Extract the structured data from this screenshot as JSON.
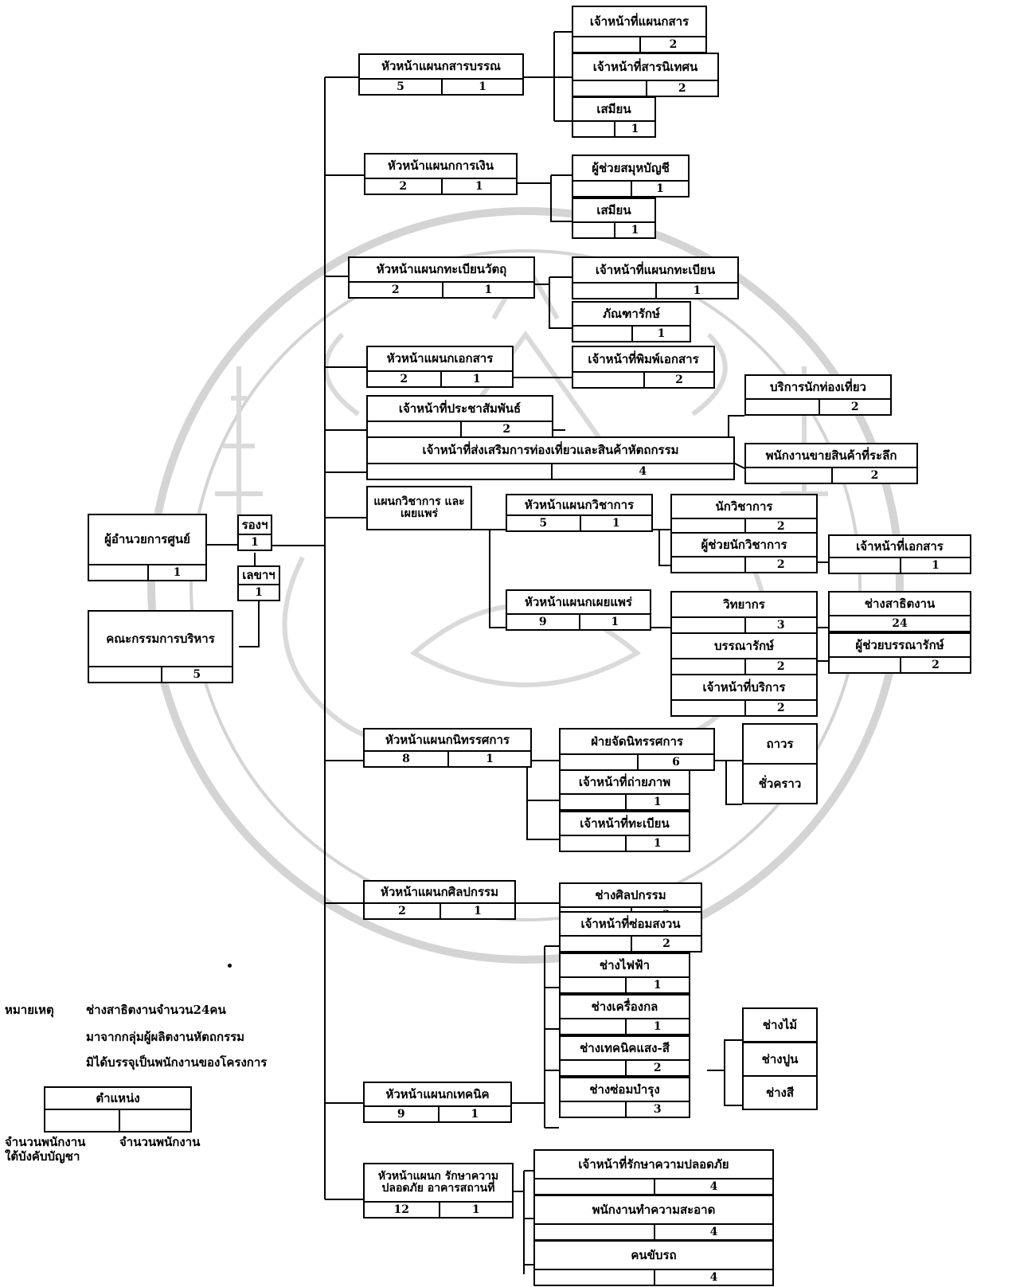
{
  "nodes": {
    "director": {
      "title": "ผู้อำนวยการศูนย์",
      "a": "",
      "b": "1"
    },
    "deputy": {
      "title": "รองฯ",
      "a": "",
      "b": "1"
    },
    "secretary": {
      "title": "เลขาฯ",
      "a": "",
      "b": "1"
    },
    "board": {
      "title": "คณะกรรมการบริหาร",
      "a": "",
      "b": "5"
    },
    "h_saraban": {
      "title": "หัวหน้าแผนกสารบรรณ",
      "a": "5",
      "b": "1"
    },
    "saraban_off": {
      "title": "เจ้าหน้าที่แผนกสาร",
      "a": "",
      "b": "2"
    },
    "sarnithet": {
      "title": "เจ้าหน้าที่สารนิเทศน",
      "a": "",
      "b": "2"
    },
    "messenger1": {
      "title": "เสมียน",
      "a": "",
      "b": "1"
    },
    "h_finance": {
      "title": "หัวหน้าแผนกการเงิน",
      "a": "2",
      "b": "1"
    },
    "asst_account": {
      "title": "ผู้ช่วยสมุหบัญชี",
      "a": "",
      "b": "1"
    },
    "messenger2": {
      "title": "เสมียน",
      "a": "",
      "b": "1"
    },
    "h_registry": {
      "title": "หัวหน้าแผนกทะเบียนวัตถุ",
      "a": "2",
      "b": "1"
    },
    "registry_off": {
      "title": "เจ้าหน้าที่แผนกทะเบียน",
      "a": "",
      "b": "1"
    },
    "curator": {
      "title": "ภัณฑารักษ์",
      "a": "",
      "b": "1"
    },
    "h_docs": {
      "title": "หัวหน้าแผนกเอกสาร",
      "a": "2",
      "b": "1"
    },
    "print_off": {
      "title": "เจ้าหน้าที่พิมพ์เอกสาร",
      "a": "",
      "b": "2"
    },
    "pr_off": {
      "title": "เจ้าหน้าที่ประชาสัมพันธ์",
      "a": "",
      "b": "2"
    },
    "tourism_off": {
      "title": "เจ้าหน้าที่ส่งเสริมการท่องเที่ยวและสินค้าหัตถกรรม",
      "a": "",
      "b": "4"
    },
    "tour_guide": {
      "title": "บริการนักท่องเที่ยว",
      "a": "",
      "b": "2"
    },
    "souvenir": {
      "title": "พนักงานขายสินค้าที่ระลึก",
      "a": "",
      "b": "2"
    },
    "academic_div": {
      "title": "แผนกวิชาการ และเผยแพร่"
    },
    "h_academic": {
      "title": "หัวหน้าแผนกวิชาการ",
      "a": "5",
      "b": "1"
    },
    "academician": {
      "title": "นักวิชาการ",
      "a": "",
      "b": "2"
    },
    "asst_academician": {
      "title": "ผู้ช่วยนักวิชาการ",
      "a": "",
      "b": "2"
    },
    "doc_off": {
      "title": "เจ้าหน้าที่เอกสาร",
      "a": "",
      "b": "1"
    },
    "h_publish": {
      "title": "หัวหน้าแผนกเผยแพร่",
      "a": "9",
      "b": "1"
    },
    "lecturer": {
      "title": "วิทยากร",
      "a": "",
      "b": "3"
    },
    "librarian": {
      "title": "บรรณารักษ์",
      "a": "",
      "b": "2"
    },
    "service_off": {
      "title": "เจ้าหน้าที่บริการ",
      "a": "",
      "b": "2"
    },
    "artisan": {
      "title": "ช่างสาธิตงาน",
      "a": "",
      "b": "24"
    },
    "asst_librarian": {
      "title": "ผู้ช่วยบรรณารักษ์",
      "a": "",
      "b": "2"
    },
    "h_exhibit": {
      "title": "หัวหน้าแผนกนิทรรศการ",
      "a": "8",
      "b": "1"
    },
    "exhibit_org": {
      "title": "ฝ่ายจัดนิทรรศการ",
      "a": "",
      "b": "6"
    },
    "permanent": {
      "title": "ถาวร"
    },
    "temporary": {
      "title": "ชั่วคราว"
    },
    "photographer": {
      "title": "เจ้าหน้าที่ถ่ายภาพ",
      "a": "",
      "b": "1"
    },
    "exhibit_reg": {
      "title": "เจ้าหน้าที่ทะเบียน",
      "a": "",
      "b": "1"
    },
    "h_art": {
      "title": "หัวหน้าแผนกศิลปกรรม",
      "a": "2",
      "b": "1"
    },
    "artist": {
      "title": "ช่างศิลปกรรม",
      "a": "",
      "b": "2"
    },
    "repair_off": {
      "title": "เจ้าหน้าที่ซ่อมสงวน",
      "a": "",
      "b": "2"
    },
    "electrician": {
      "title": "ช่างไฟฟ้า",
      "a": "",
      "b": "1"
    },
    "mechanic": {
      "title": "ช่างเครื่องกล",
      "a": "",
      "b": "1"
    },
    "light_tech": {
      "title": "ช่างเทคนิคแสง-สี",
      "a": "",
      "b": "2"
    },
    "maintenance": {
      "title": "ช่างซ่อมบำรุง",
      "a": "",
      "b": "3"
    },
    "h_tech": {
      "title": "หัวหน้าแผนกเทคนิค",
      "a": "9",
      "b": "1"
    },
    "carpenter": {
      "title": "ช่างไม้"
    },
    "mason": {
      "title": "ช่างปูน"
    },
    "painter": {
      "title": "ช่างสี"
    },
    "h_security": {
      "title": "หัวหน้าแผนก รักษาความปลอดภัย อาคารสถานที่",
      "a": "12",
      "b": "1"
    },
    "security_off": {
      "title": "เจ้าหน้าที่รักษาความปลอดภัย",
      "a": "",
      "b": "4"
    },
    "cleaner": {
      "title": "พนักงานทำความสะอาด",
      "a": "",
      "b": "4"
    },
    "driver": {
      "title": "คนขับรถ",
      "a": "",
      "b": "4"
    }
  },
  "legend": {
    "note_label": "หมายเหตุ",
    "note_line1": "ช่างสาธิตงานจำนวน24คน",
    "note_line2": "มาจากกลุ่มผู้ผลิตงานหัตถกรรม",
    "note_line3": "มิได้บรรจุเป็นพนักงานของโครงการ",
    "key_title": "ตำแหน่ง",
    "key_left_line1": "จำนวนพนักงาน",
    "key_left_line2": "ใต้บังคับบัญชา",
    "key_right": "จำนวนพนักงาน"
  }
}
